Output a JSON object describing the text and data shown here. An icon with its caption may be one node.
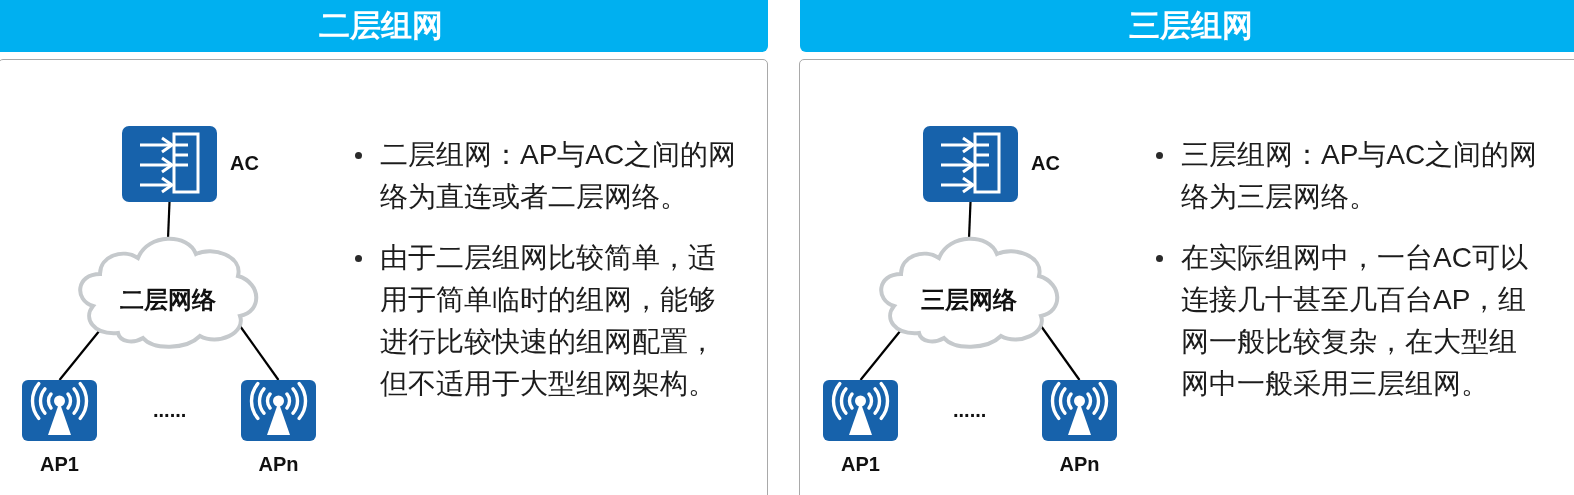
{
  "diagram": {
    "nodes": [
      {
        "text": [
          "二层组网"
        ]
      },
      {
        "text": [
          "二层组网：AP与AC之间的网络为直连或者二层网络。",
          "由于二层组网比较简单，适用于简单临时的组网，能够进行比较快速的组网配置，但不适用于大型组网架构。"
        ]
      },
      {
        "text": [],
        "shape": "picture",
        "beside": [
          "AC"
        ],
        "in": 1
      },
      {
        "text": [
          "二层网络"
        ],
        "in": 1
      },
      {
        "text": [],
        "shape": "picture",
        "beside": [
          "AP1"
        ],
        "in": 1
      },
      {
        "text": [],
        "shape": "picture",
        "beside": [
          "APn"
        ],
        "in": 1
      },
      {
        "text": [
          "三层组网"
        ]
      },
      {
        "text": [
          "三层组网：AP与AC之间的网络为三层网络。",
          "在实际组网中，一台AC可以连接几十甚至几百台AP，组网一般比较复杂，在大型组网中一般采用三层组网。"
        ]
      },
      {
        "text": [],
        "shape": "picture",
        "beside": [
          "AC"
        ],
        "in": 7
      },
      {
        "text": [
          "三层网络"
        ],
        "in": 7
      },
      {
        "text": [],
        "shape": "picture",
        "beside": [
          "AP1"
        ],
        "in": 7
      },
      {
        "text": [],
        "shape": "picture",
        "beside": [
          "APn"
        ],
        "in": 7
      }
    ],
    "edges": [
      {
        "from": 2,
        "to": 3,
        "arrow": "none"
      },
      {
        "from": 3,
        "to": 4,
        "arrow": "none"
      },
      {
        "from": 3,
        "to": 5,
        "arrow": "none"
      },
      {
        "from": 8,
        "to": 9,
        "arrow": "none"
      },
      {
        "from": 9,
        "to": 10,
        "arrow": "none"
      },
      {
        "from": 9,
        "to": 11,
        "arrow": "none"
      }
    ],
    "labels": [
      "......",
      "......"
    ]
  }
}
